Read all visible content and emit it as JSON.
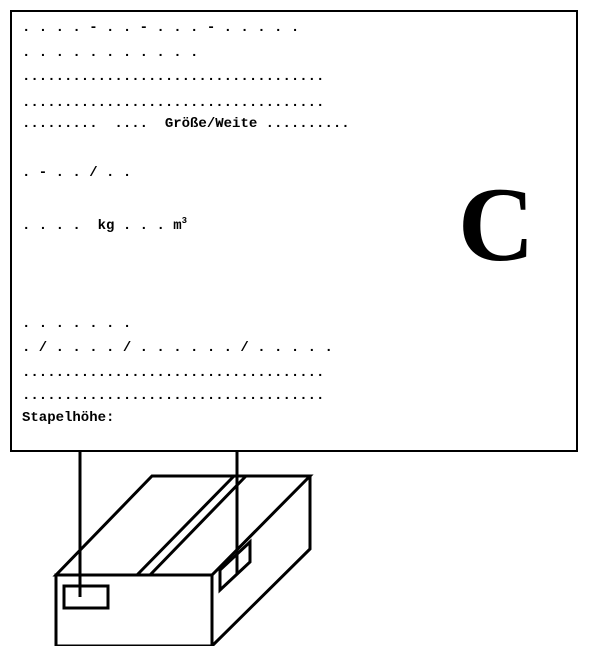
{
  "label": {
    "rows": [
      ". . . . - . . - . . . - . . . . .",
      ". . . . . . . . . . .",
      "....................................",
      "....................................",
      ".........  ....  ",
      ". - . . / . .",
      ". . . .  ",
      ". . . . . . .",
      ". / . . . . / . . . . . . / . . . . .",
      "....................................",
      "...................................."
    ],
    "size_width_label": "Größe/Weite",
    "size_width_trailing": " ..........",
    "weight_unit": "kg",
    "weight_gap": " . . . ",
    "volume_unit": "m",
    "volume_exponent": "3",
    "stacking_height_label": "Stapelhöhe:",
    "category_letter": "C"
  }
}
